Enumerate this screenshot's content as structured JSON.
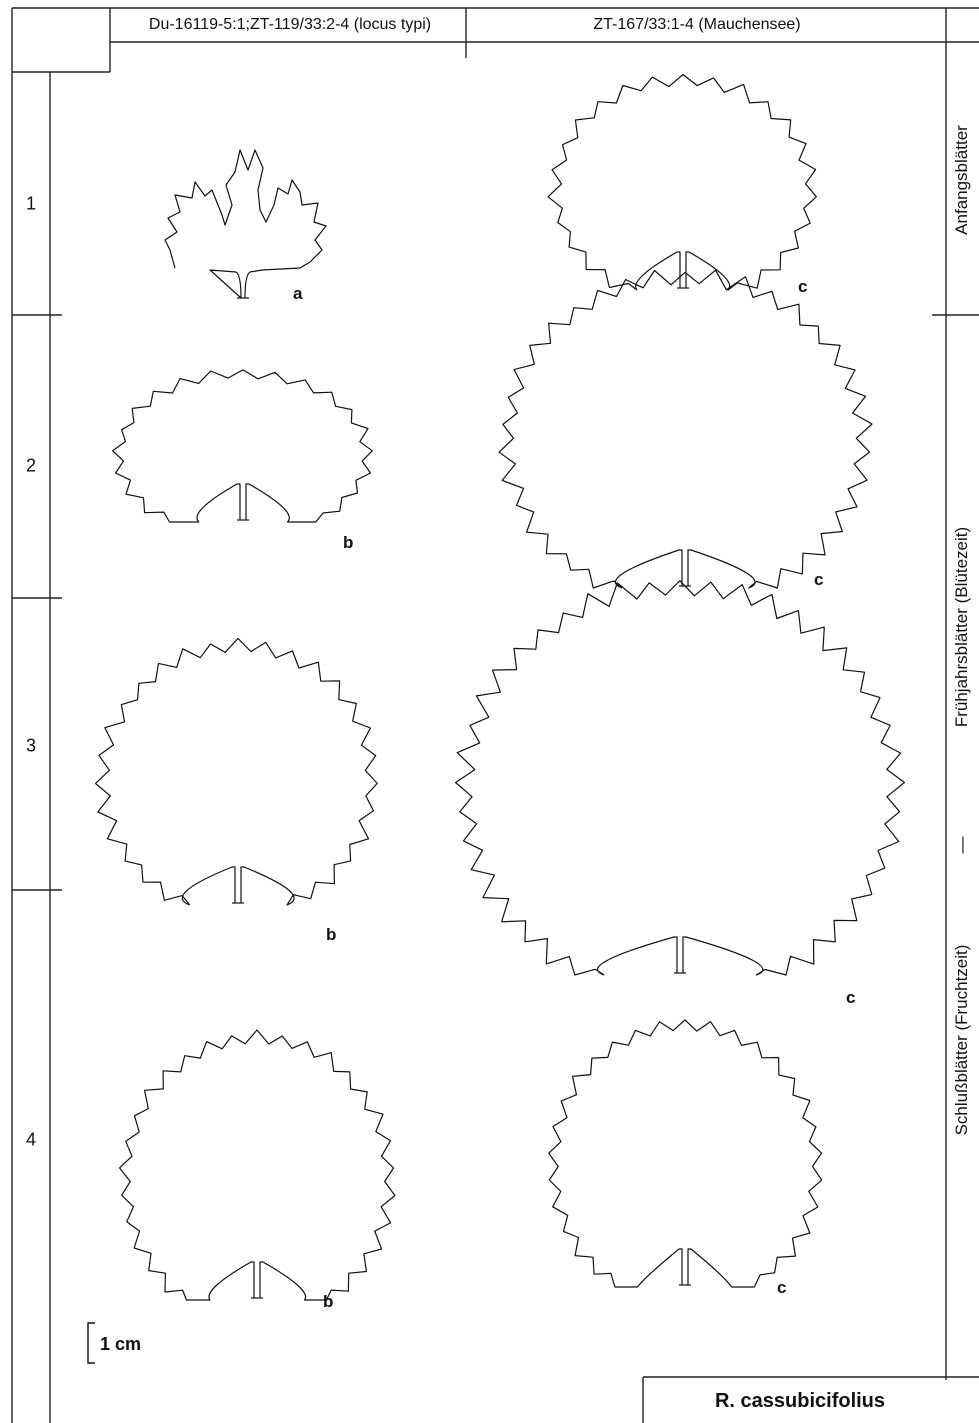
{
  "header": {
    "col1": "Du-16119-5:1;ZT-119/33:2-4 (locus typi)",
    "col2": "ZT-167/33:1-4 (Mauchensee)"
  },
  "rows": [
    "1",
    "2",
    "3",
    "4"
  ],
  "side_labels": {
    "top": "Anfangsblätter",
    "middle": "Frühjahrsblätter (Blütezeit)",
    "dash": "—",
    "bottom": "Schlußblätter (Fruchtzeit)"
  },
  "leaf_labels": {
    "r1c1": "a",
    "r1c2": "c",
    "r2c1": "b",
    "r2c2": "c",
    "r3c1": "b",
    "r3c2": "c",
    "r4c1": "b",
    "r4c2": "c"
  },
  "scale_bar": "1 cm",
  "species": "R. cassubicifolius",
  "colors": {
    "ink": "#111111",
    "paper": "#ffffff"
  }
}
